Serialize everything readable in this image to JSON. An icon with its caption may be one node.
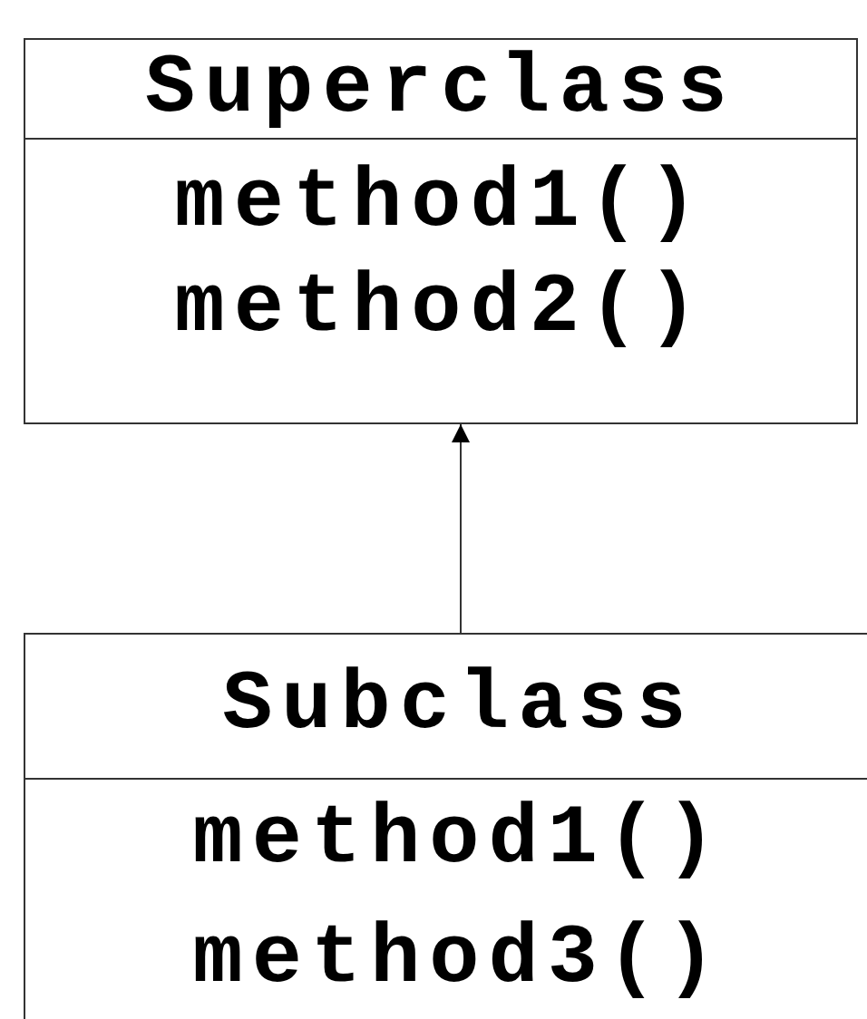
{
  "diagram": {
    "nodes": [
      {
        "text": [
          "Superclass",
          "method1()",
          "method2()"
        ]
      },
      {
        "text": [
          "Subclass",
          "method1()",
          "method3()"
        ]
      }
    ],
    "edges": [
      {
        "from": 1,
        "to": 0,
        "arrow": "to"
      }
    ]
  }
}
